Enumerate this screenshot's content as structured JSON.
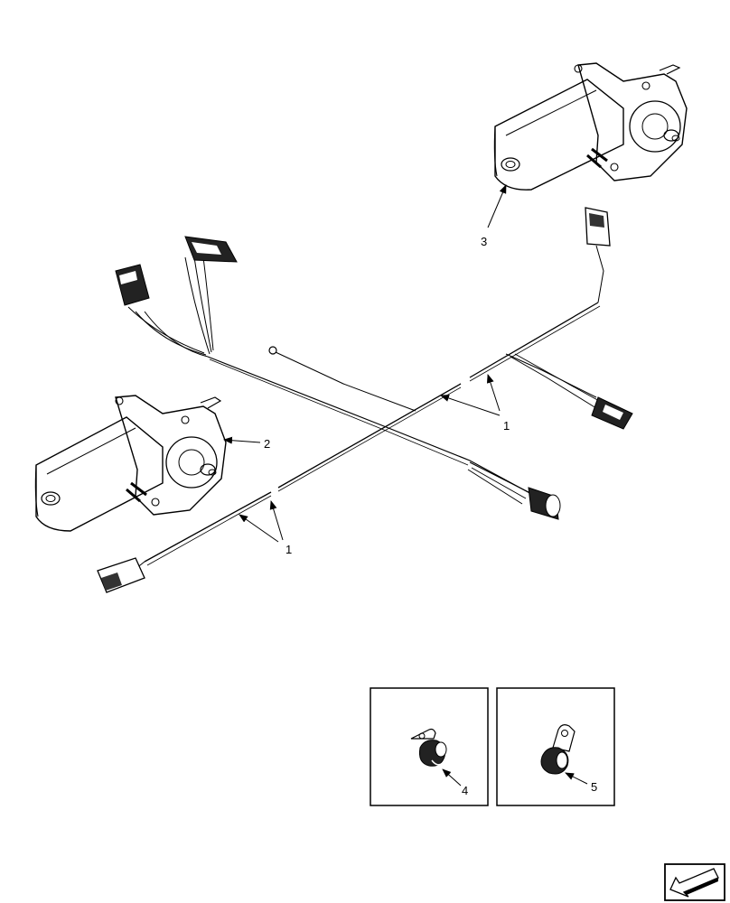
{
  "callouts": {
    "harness_upper": "1",
    "harness_lower": "1",
    "motor_left": "2",
    "motor_right": "3",
    "clip_small": "4",
    "clip_large": "5"
  },
  "icons": {
    "next_page": "arrow-icon"
  }
}
